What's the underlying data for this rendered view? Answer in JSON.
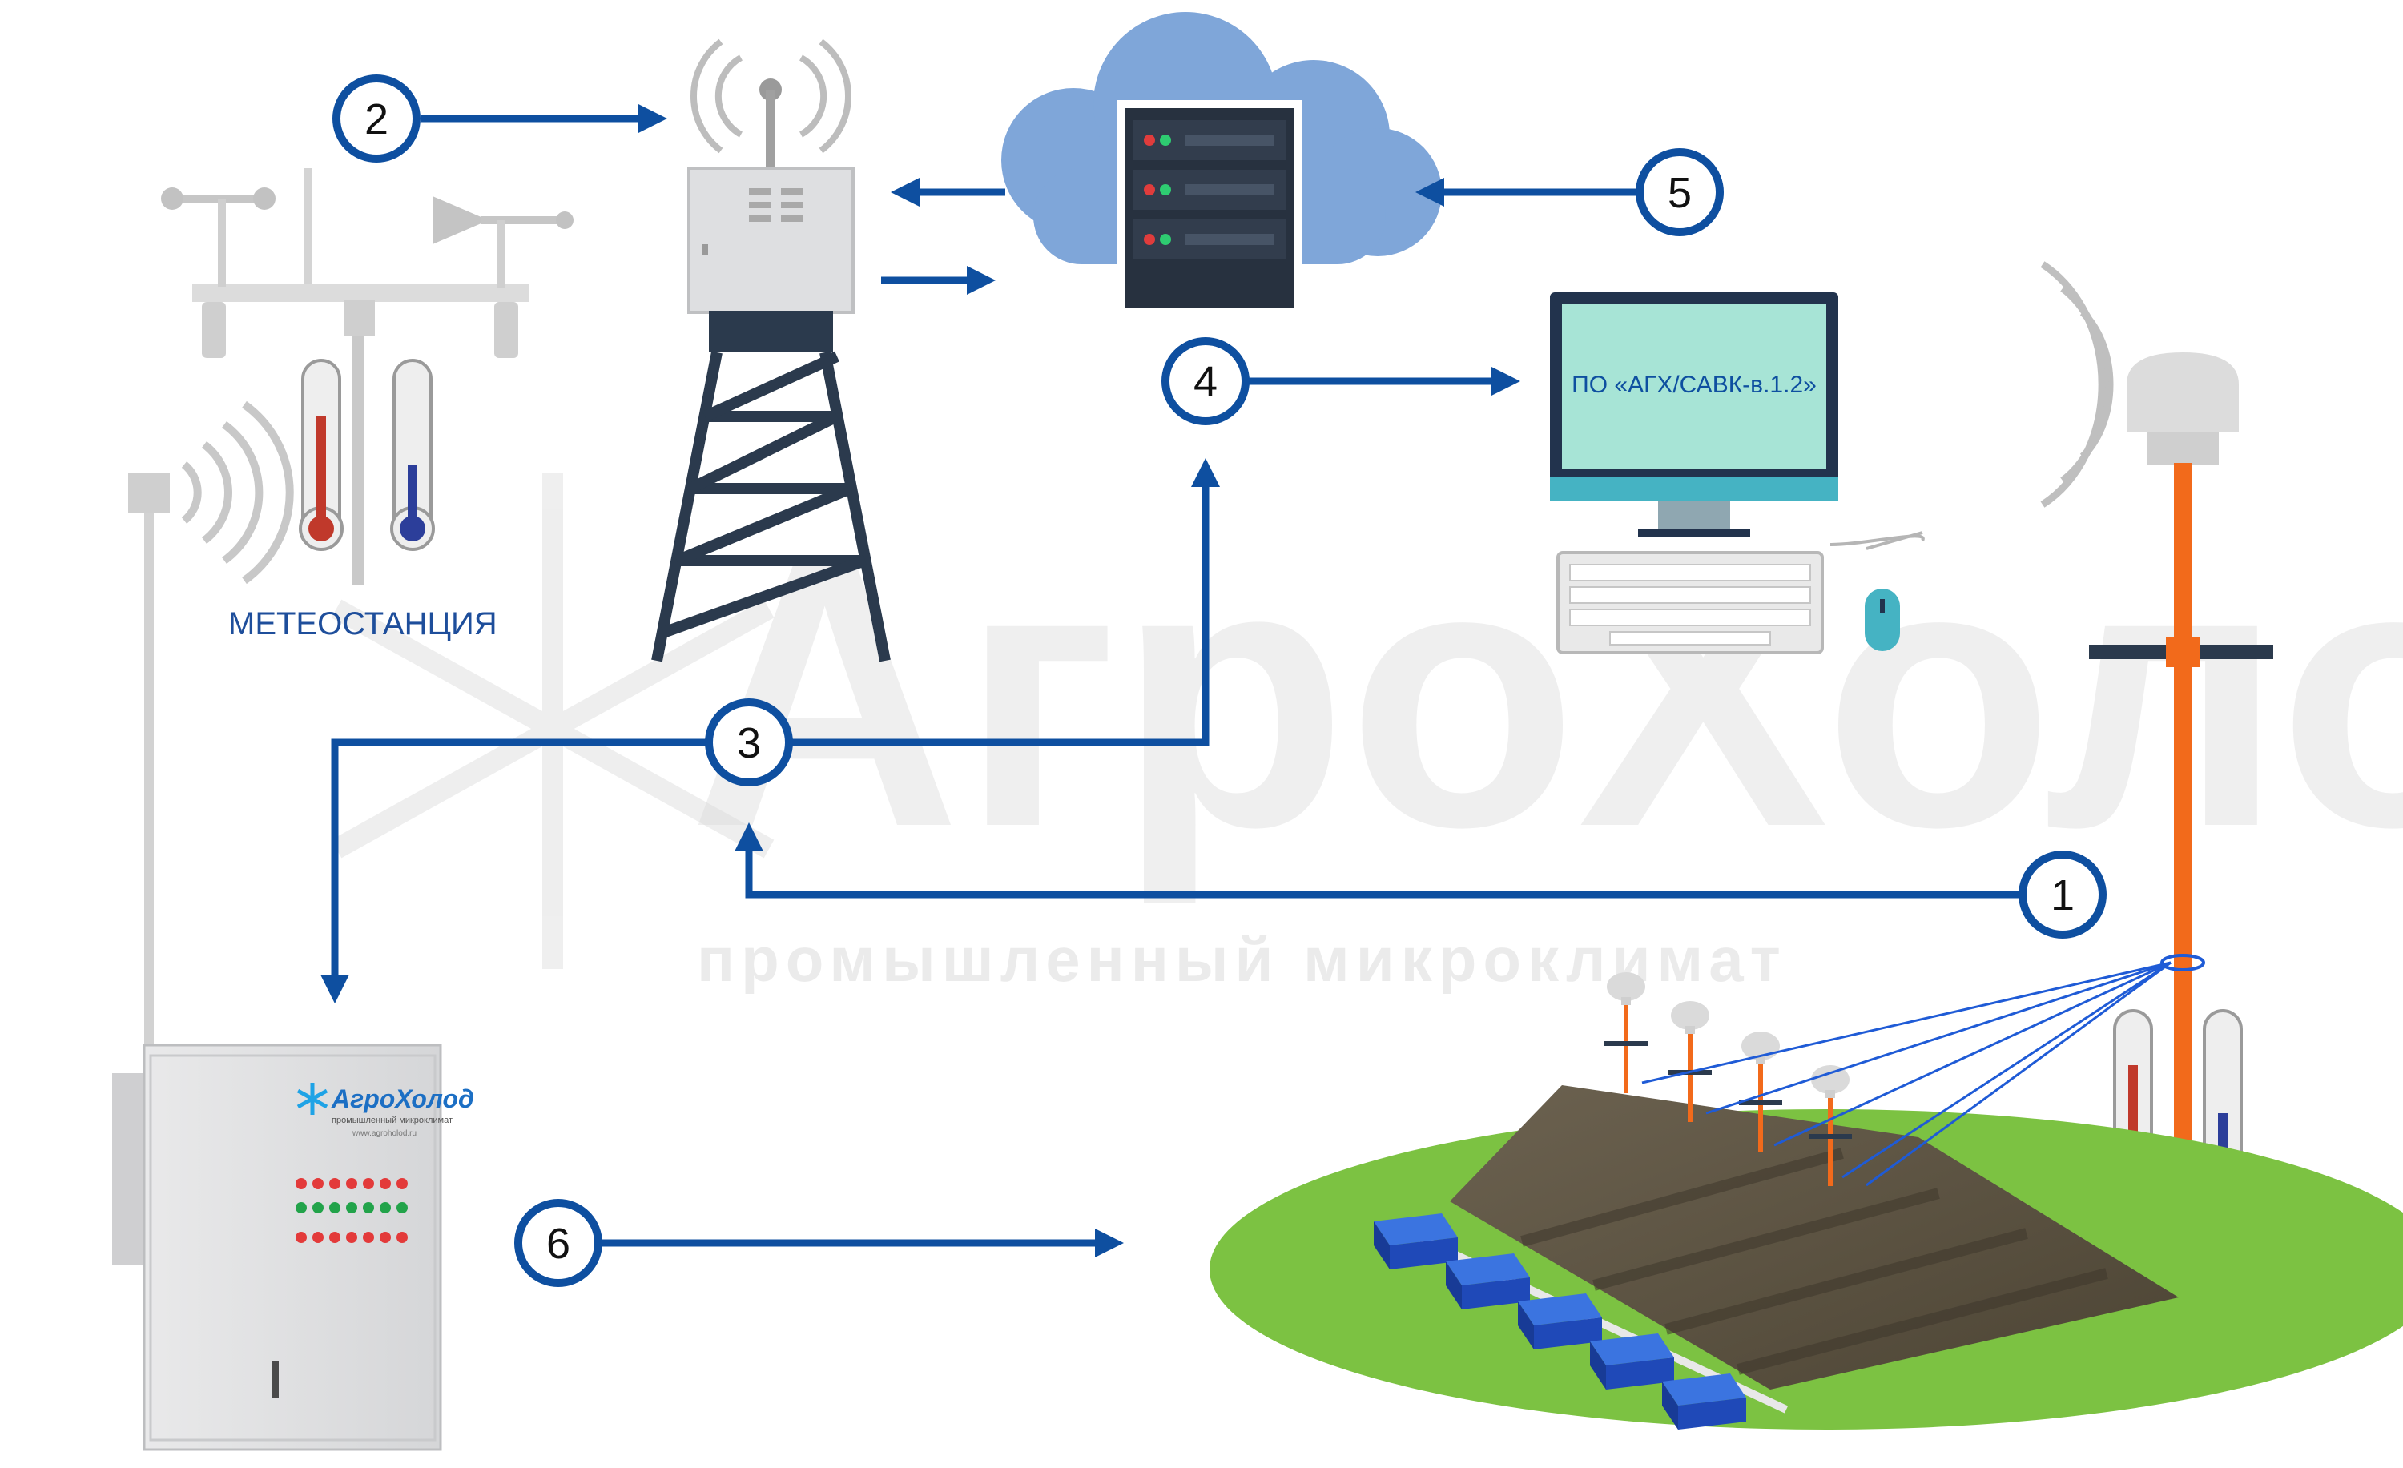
{
  "colors": {
    "flow_blue": "#0e4fa0",
    "orange": "#f26a1b",
    "cloud_blue": "#7fa6d9",
    "server_dark": "#27313f",
    "grass_green": "#7cc242",
    "soil": "#5b5344",
    "box_blue": "#1f57c8",
    "monitor_screen": "#a7e4d6",
    "monitor_teal": "#45b3c3",
    "watermark_grey": "#d7d7d7",
    "red_led": "#e33a3a",
    "green_led": "#22a34a"
  },
  "labels": {
    "meteostation": "МЕТЕОСТАНЦИЯ",
    "software": "ПО «АГХ/САВК-в.1.2»"
  },
  "watermark": {
    "brand": "АгроХолод",
    "tagline": "промышленный микроклимат"
  },
  "cabinet_logo": {
    "brand": "АгроХолод",
    "tagline": "промышленный микроклимат",
    "url": "www.agroholod.ru"
  },
  "step_numbers": [
    "1",
    "2",
    "3",
    "4",
    "5",
    "6"
  ],
  "icons": {
    "weather_station": "weather-station-icon",
    "radio_tower": "radio-tower-icon",
    "cloud_server": "cloud-server-icon",
    "computer": "desktop-computer-icon",
    "control_cabinet": "control-cabinet-icon",
    "sensor_probe": "gps-sensor-probe-icon",
    "field": "potato-storage-field-icon"
  }
}
